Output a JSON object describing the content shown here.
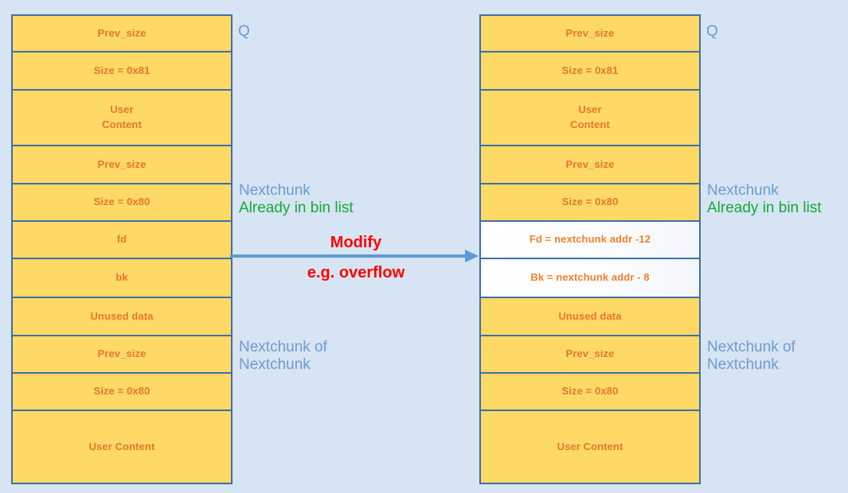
{
  "diagram": {
    "title": "Heap chunk unlink / overflow modification",
    "background_color": "#d7e4f3",
    "chunk_fill_color": "#ffd966",
    "chunk_border_color": "#3f6fa8",
    "chunk_text_color": "#e8762c",
    "annotation_blue": "#6d9bd1",
    "annotation_green": "#15a83c",
    "arrow_color": "#ff0000"
  },
  "before": {
    "label_q": "Q",
    "rows": [
      {
        "text": "Prev_size",
        "modified": false
      },
      {
        "text": "Size = 0x81",
        "modified": false
      },
      {
        "text": "User\nContent",
        "modified": false
      },
      {
        "text": "Prev_size",
        "modified": false
      },
      {
        "text": "Size = 0x80",
        "modified": false
      },
      {
        "text": "fd",
        "modified": false
      },
      {
        "text": "bk",
        "modified": false
      },
      {
        "text": "Unused data",
        "modified": false
      },
      {
        "text": "Prev_size",
        "modified": false
      },
      {
        "text": "Size = 0x80",
        "modified": false
      },
      {
        "text": "User Content",
        "modified": false
      }
    ],
    "annotations": {
      "nextchunk": "Nextchunk",
      "already_in_bin_list": "Already in bin list",
      "nextchunk_of_nextchunk": "Nextchunk of\nNextchunk"
    }
  },
  "after": {
    "label_q": "Q",
    "rows": [
      {
        "text": "Prev_size",
        "modified": false
      },
      {
        "text": "Size = 0x81",
        "modified": false
      },
      {
        "text": "User\nContent",
        "modified": false
      },
      {
        "text": "Prev_size",
        "modified": false
      },
      {
        "text": "Size = 0x80",
        "modified": false
      },
      {
        "text": "Fd = nextchunk addr -12",
        "modified": true
      },
      {
        "text": "Bk = nextchunk addr - 8",
        "modified": true
      },
      {
        "text": "Unused data",
        "modified": false
      },
      {
        "text": "Prev_size",
        "modified": false
      },
      {
        "text": "Size = 0x80",
        "modified": false
      },
      {
        "text": "User Content",
        "modified": false
      }
    ],
    "annotations": {
      "nextchunk": "Nextchunk",
      "already_in_bin_list": "Already in bin list",
      "nextchunk_of_nextchunk": "Nextchunk of\nNextchunk"
    }
  },
  "transition": {
    "label_top": "Modify",
    "label_bottom": "e.g. overflow",
    "arrow_icon": "right-arrow-icon"
  }
}
